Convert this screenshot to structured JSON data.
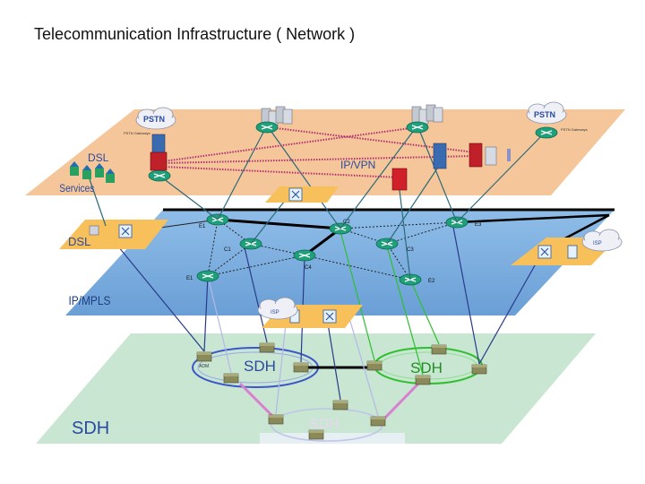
{
  "title": "Telecommunication Infrastructure ( Network )",
  "labels": {
    "pstn": "PSTN",
    "pstn_gateway": "PSTN Gateways",
    "dsl": "DSL",
    "services": "Services",
    "ipvpn": "IP/VPN",
    "dsl_layer": "DSL",
    "ipmpls": "IP/MPLS",
    "sdh_bottom": "SDH",
    "sdh_ring_left": "SDH",
    "sdh_ring_right": "SDH",
    "sdh_faded": "SDH",
    "isp": "ISP",
    "c1": "C1",
    "c2": "C2",
    "c3": "C3",
    "c4": "C4",
    "e1": "E1",
    "e2": "E2",
    "e3": "E3",
    "adm": "ADM"
  },
  "colors": {
    "top_layer": "#f5c69a",
    "mpls_layer": "#7aaee0",
    "sdh_layer": "#c8e6d2",
    "access_panel": "#f7c05a",
    "sdh_ring_left": "#3a56c8",
    "sdh_ring_right": "#2fbf2f",
    "vpn_link": "#b03070"
  }
}
